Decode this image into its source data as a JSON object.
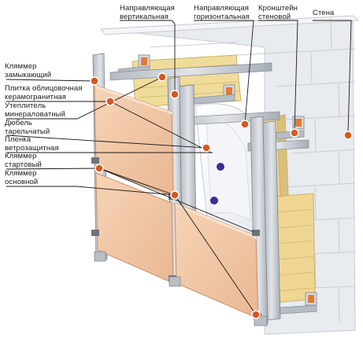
{
  "labels": {
    "guide_vertical": [
      "Направляющая",
      "вертикальная"
    ],
    "guide_horizontal": [
      "Направляющая",
      "горизонтальная"
    ],
    "bracket": [
      "Кронштейн",
      "стеновой"
    ],
    "wall": [
      "Стена"
    ],
    "clamp_closing": [
      "Кляммер",
      "замыкающий"
    ],
    "tile": [
      "Плитка облицовочная",
      "керамогранитная"
    ],
    "insulation": [
      "Утеплитель",
      "минераловатный"
    ],
    "dowel": [
      "Дюбель",
      "тарельчатый"
    ],
    "film": [
      "Пленка",
      "ветрозащитная"
    ],
    "clamp_start": [
      "Кляммер",
      "стартовый"
    ],
    "clamp_main": [
      "Кляммер",
      "основной"
    ]
  },
  "colors": {
    "callout_marker": "#d9571f",
    "tile": "#f2c7a5",
    "insulation": "#f0dc9a",
    "profile": "#c9cdd3",
    "wall_block": "#e9ecf0",
    "bracket_accent": "#e07b2e"
  }
}
